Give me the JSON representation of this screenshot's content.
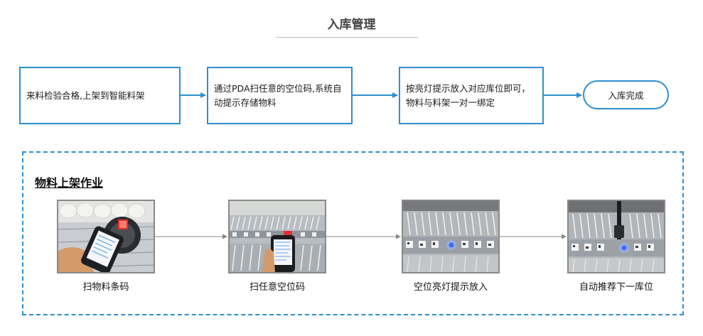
{
  "page": {
    "title": "入库管理"
  },
  "flow": {
    "steps": [
      {
        "label": "来料检验合格,上架到智能料架"
      },
      {
        "label": "通过PDA扫任意的空位码,系统自动提示存储物料"
      },
      {
        "label": "按亮灯提示放入对应库位即可，物料与料架一对一绑定"
      },
      {
        "label": "入库完成"
      }
    ]
  },
  "panel": {
    "title": "物料上架作业",
    "photos": [
      {
        "caption": "扫物料条码",
        "icon": "pda-scanning-barcode-photo"
      },
      {
        "caption": "扫任意空位码",
        "icon": "pda-scanning-slot-photo"
      },
      {
        "caption": "空位亮灯提示放入",
        "icon": "rack-slot-light-photo"
      },
      {
        "caption": "自动推荐下一库位",
        "icon": "rack-next-slot-photo"
      }
    ]
  },
  "colors": {
    "accent": "#2d8fcd",
    "title_text": "#444444",
    "photo_border": "#8a8a8a",
    "indicator_light": "#3a6cff",
    "scanner_red": "#e23030"
  }
}
